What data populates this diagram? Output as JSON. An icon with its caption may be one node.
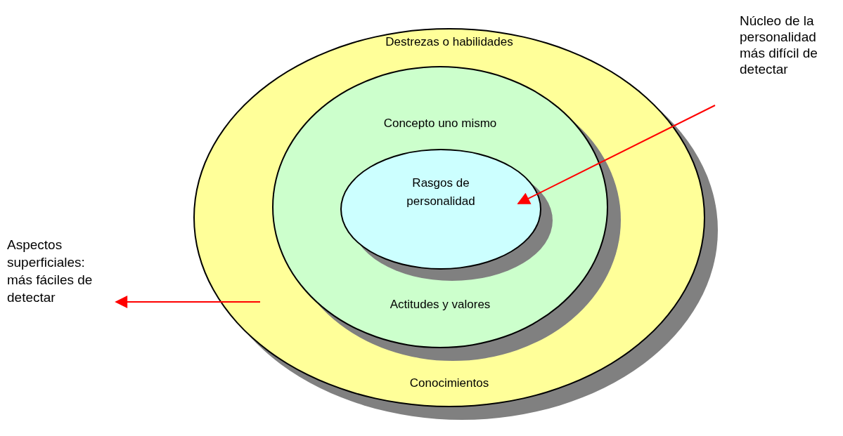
{
  "diagram": {
    "nodes": [
      {
        "text": [
          "Destrezas o habilidades",
          "Conocimientos"
        ]
      },
      {
        "text": [
          "Concepto uno mismo",
          "Actitudes y valores"
        ],
        "in": 0
      },
      {
        "text": [
          "Rasgos de personalidad"
        ],
        "in": 1
      },
      {
        "text": [
          "Núcleo de la personalidad más difícil de detectar"
        ]
      },
      {
        "text": [
          "Aspectos superficiales: más fáciles de detectar"
        ]
      }
    ],
    "edges": [
      {
        "from": 3,
        "to": 2,
        "arrow": "to"
      },
      {
        "from": null,
        "to": 4,
        "arrow": "to"
      }
    ]
  }
}
